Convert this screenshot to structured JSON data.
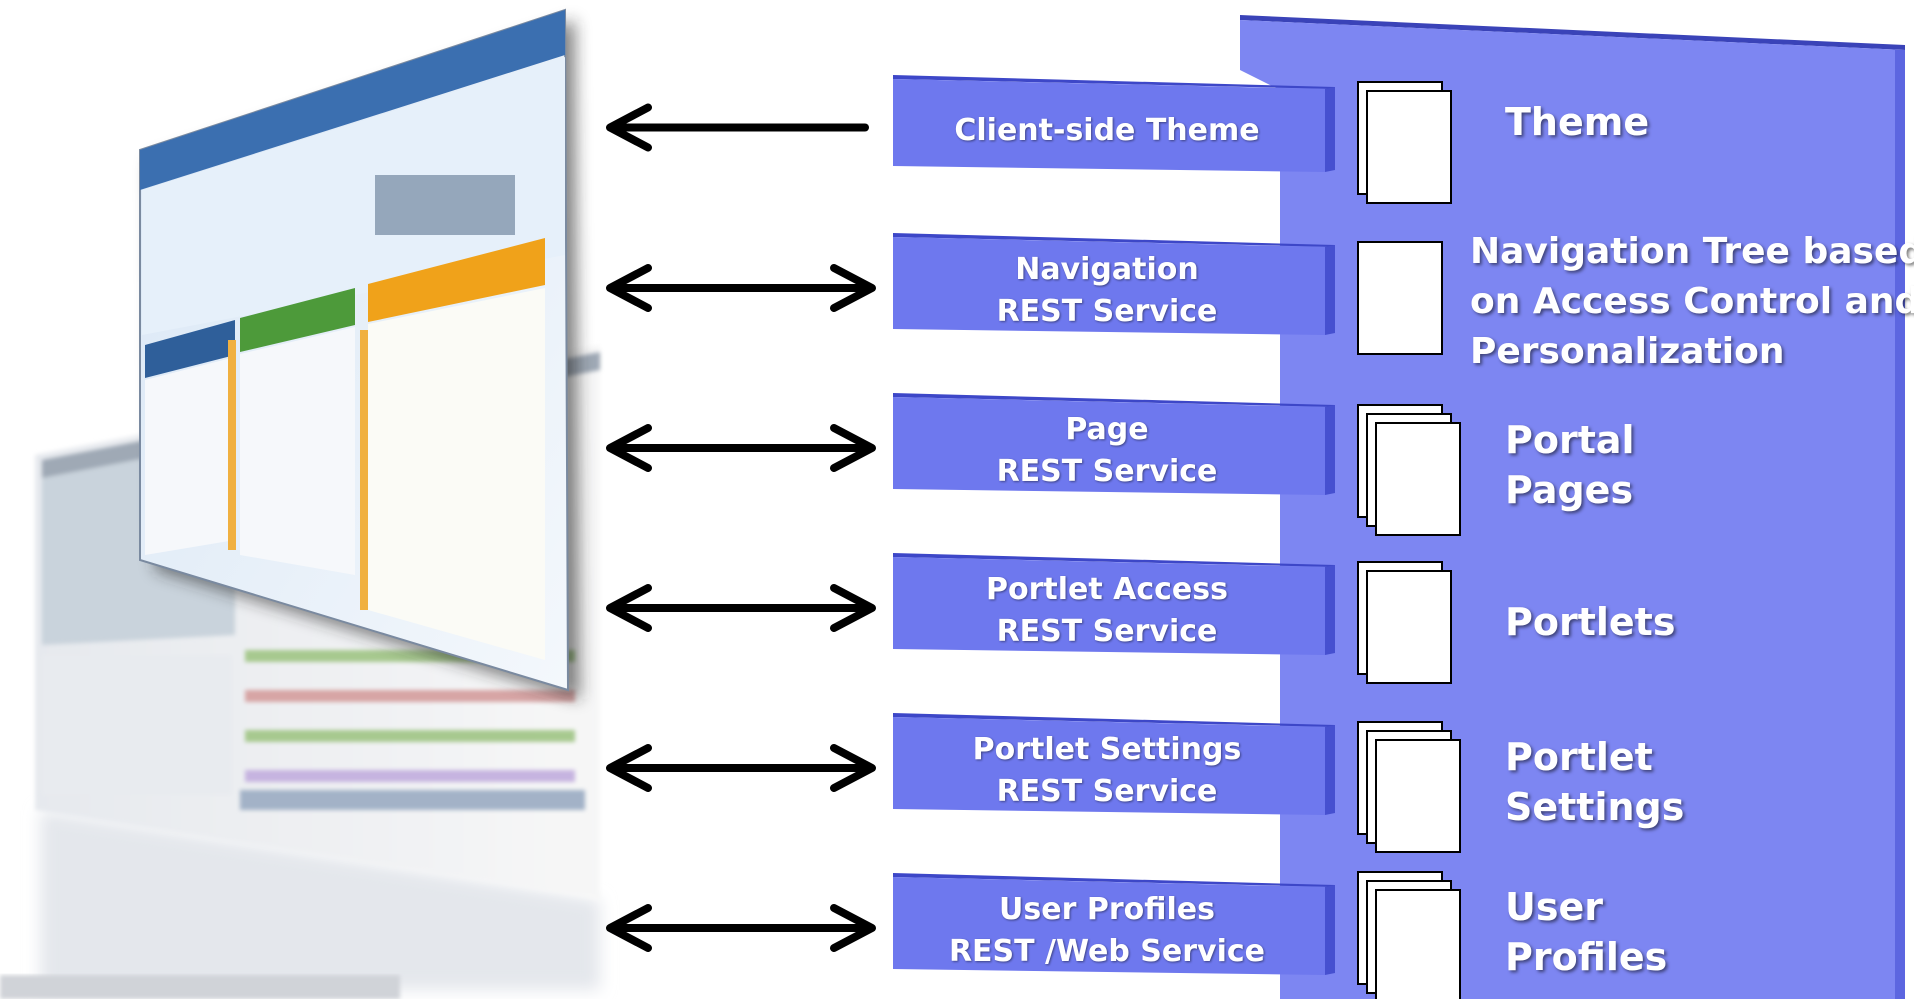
{
  "services": [
    {
      "lines": [
        "Client-side Theme"
      ],
      "arrow": "left"
    },
    {
      "lines": [
        "Navigation",
        "REST Service"
      ],
      "arrow": "both"
    },
    {
      "lines": [
        "Page",
        "REST Service"
      ],
      "arrow": "both"
    },
    {
      "lines": [
        "Portlet Access",
        "REST Service"
      ],
      "arrow": "both"
    },
    {
      "lines": [
        "Portlet Settings",
        "REST Service"
      ],
      "arrow": "both"
    },
    {
      "lines": [
        "User Profiles",
        "REST /Web Service"
      ],
      "arrow": "both"
    }
  ],
  "resources": [
    {
      "lines": [
        "Theme"
      ],
      "docs": 2
    },
    {
      "lines": [
        "Navigation Tree based",
        "on Access Control and",
        "Personalization"
      ],
      "docs": 1
    },
    {
      "lines": [
        "Portal",
        "Pages"
      ],
      "docs": 3
    },
    {
      "lines": [
        "Portlets"
      ],
      "docs": 2
    },
    {
      "lines": [
        "Portlet",
        "Settings"
      ],
      "docs": 3
    },
    {
      "lines": [
        "User",
        "Profiles"
      ],
      "docs": 3
    }
  ],
  "colors": {
    "panel_front": "#7d86f2",
    "panel_top": "#3a43b8",
    "box_front": "#6e78ee",
    "box_top": "#3d47c8",
    "box_side": "#4650d0",
    "arrow": "#000000",
    "doc": "#ffffff"
  }
}
